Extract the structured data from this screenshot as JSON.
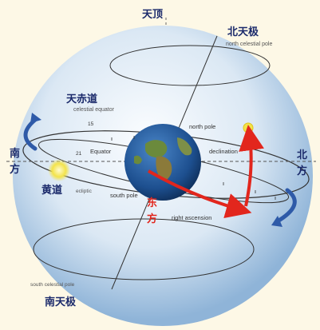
{
  "labels_cn": {
    "zenith": "天顶",
    "north_celestial_pole": "北天极",
    "celestial_equator": "天赤道",
    "south": "南",
    "south_fang": "方",
    "north": "北",
    "north_fang": "方",
    "ecliptic": "黄道",
    "east": "东",
    "east_fang": "方",
    "south_celestial_pole": "南天极"
  },
  "labels_en": {
    "north_celestial_pole": "north celestial pole",
    "celestial_equator": "celestial equator",
    "equator": "Equator",
    "north_pole": "north pole",
    "declination": "declination",
    "ecliptic": "ecliptic",
    "south_pole": "south pole",
    "right_ascension": "right ascension",
    "south_celestial_pole": "south celestial pole"
  },
  "hour_marks": [
    "15",
    "21"
  ],
  "colors": {
    "sphere_edge": "#8fb4d8",
    "sphere_center": "#f4f8fc",
    "outline": "#333333",
    "label_blue": "#1b2a6b",
    "accent_red": "#e2261d",
    "arrow_blue": "#2e5aa8",
    "sun_yellow": "#f3e34a"
  },
  "icons": {
    "rotation_arrow": "curved-blue-arrow",
    "sun": "yellow-sun-disc",
    "earth": "earth-globe"
  }
}
